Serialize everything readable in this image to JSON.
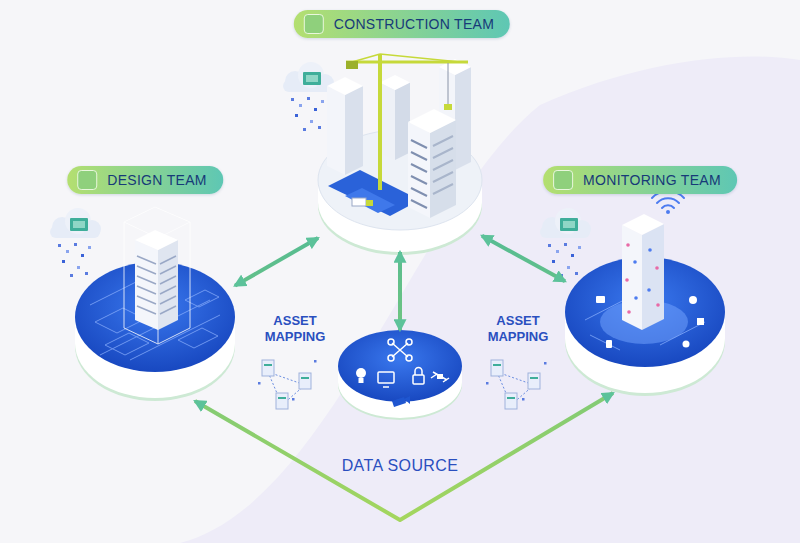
{
  "diagram": {
    "nodes": [
      {
        "text": [
          "CONSTRUCTION TEAM"
        ]
      },
      {
        "text": [
          "DESIGN TEAM"
        ]
      },
      {
        "text": [
          "MONITORING TEAM"
        ]
      },
      {
        "text": [
          "DATA SOURCE"
        ]
      }
    ],
    "edges": [
      {
        "from": 0,
        "to": 1,
        "arrow": "both"
      },
      {
        "from": 0,
        "to": 2,
        "arrow": "both"
      },
      {
        "from": 0,
        "to": 3,
        "arrow": "both"
      },
      {
        "from": 1,
        "to": 2,
        "arrow": "both"
      }
    ],
    "labels": [
      "ASSET MAPPING",
      "ASSET MAPPING"
    ]
  }
}
